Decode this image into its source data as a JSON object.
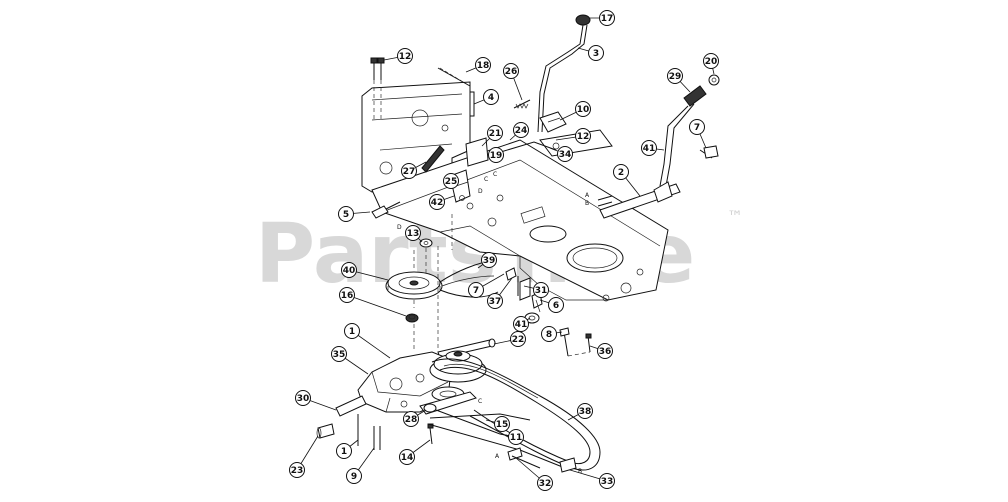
{
  "watermark": {
    "text": "PartsTree",
    "trademark": "™"
  },
  "letters": [
    "A",
    "B",
    "C",
    "D"
  ],
  "callouts": [
    {
      "id": "c17",
      "label": "17"
    },
    {
      "id": "c3",
      "label": "3"
    },
    {
      "id": "c12a",
      "label": "12"
    },
    {
      "id": "c18",
      "label": "18"
    },
    {
      "id": "c26",
      "label": "26"
    },
    {
      "id": "c20",
      "label": "20"
    },
    {
      "id": "c29",
      "label": "29"
    },
    {
      "id": "c4",
      "label": "4"
    },
    {
      "id": "c10",
      "label": "10"
    },
    {
      "id": "c21",
      "label": "21"
    },
    {
      "id": "c24",
      "label": "24"
    },
    {
      "id": "c12b",
      "label": "12"
    },
    {
      "id": "c7a",
      "label": "7"
    },
    {
      "id": "c19",
      "label": "19"
    },
    {
      "id": "c34",
      "label": "34"
    },
    {
      "id": "c41a",
      "label": "41"
    },
    {
      "id": "c27",
      "label": "27"
    },
    {
      "id": "c25",
      "label": "25"
    },
    {
      "id": "c2",
      "label": "2"
    },
    {
      "id": "c42",
      "label": "42"
    },
    {
      "id": "c5",
      "label": "5"
    },
    {
      "id": "c13",
      "label": "13"
    },
    {
      "id": "c39",
      "label": "39"
    },
    {
      "id": "c40",
      "label": "40"
    },
    {
      "id": "c7b",
      "label": "7"
    },
    {
      "id": "c31",
      "label": "31"
    },
    {
      "id": "c37",
      "label": "37"
    },
    {
      "id": "c16",
      "label": "16"
    },
    {
      "id": "c6",
      "label": "6"
    },
    {
      "id": "c41b",
      "label": "41"
    },
    {
      "id": "c1a",
      "label": "1"
    },
    {
      "id": "c22",
      "label": "22"
    },
    {
      "id": "c8",
      "label": "8"
    },
    {
      "id": "c36",
      "label": "36"
    },
    {
      "id": "c35",
      "label": "35"
    },
    {
      "id": "c30",
      "label": "30"
    },
    {
      "id": "c38",
      "label": "38"
    },
    {
      "id": "c28",
      "label": "28"
    },
    {
      "id": "c15",
      "label": "15"
    },
    {
      "id": "c11",
      "label": "11"
    },
    {
      "id": "c1b",
      "label": "1"
    },
    {
      "id": "c14",
      "label": "14"
    },
    {
      "id": "c23",
      "label": "23"
    },
    {
      "id": "c9",
      "label": "9"
    },
    {
      "id": "c32",
      "label": "32"
    },
    {
      "id": "c33",
      "label": "33"
    }
  ]
}
